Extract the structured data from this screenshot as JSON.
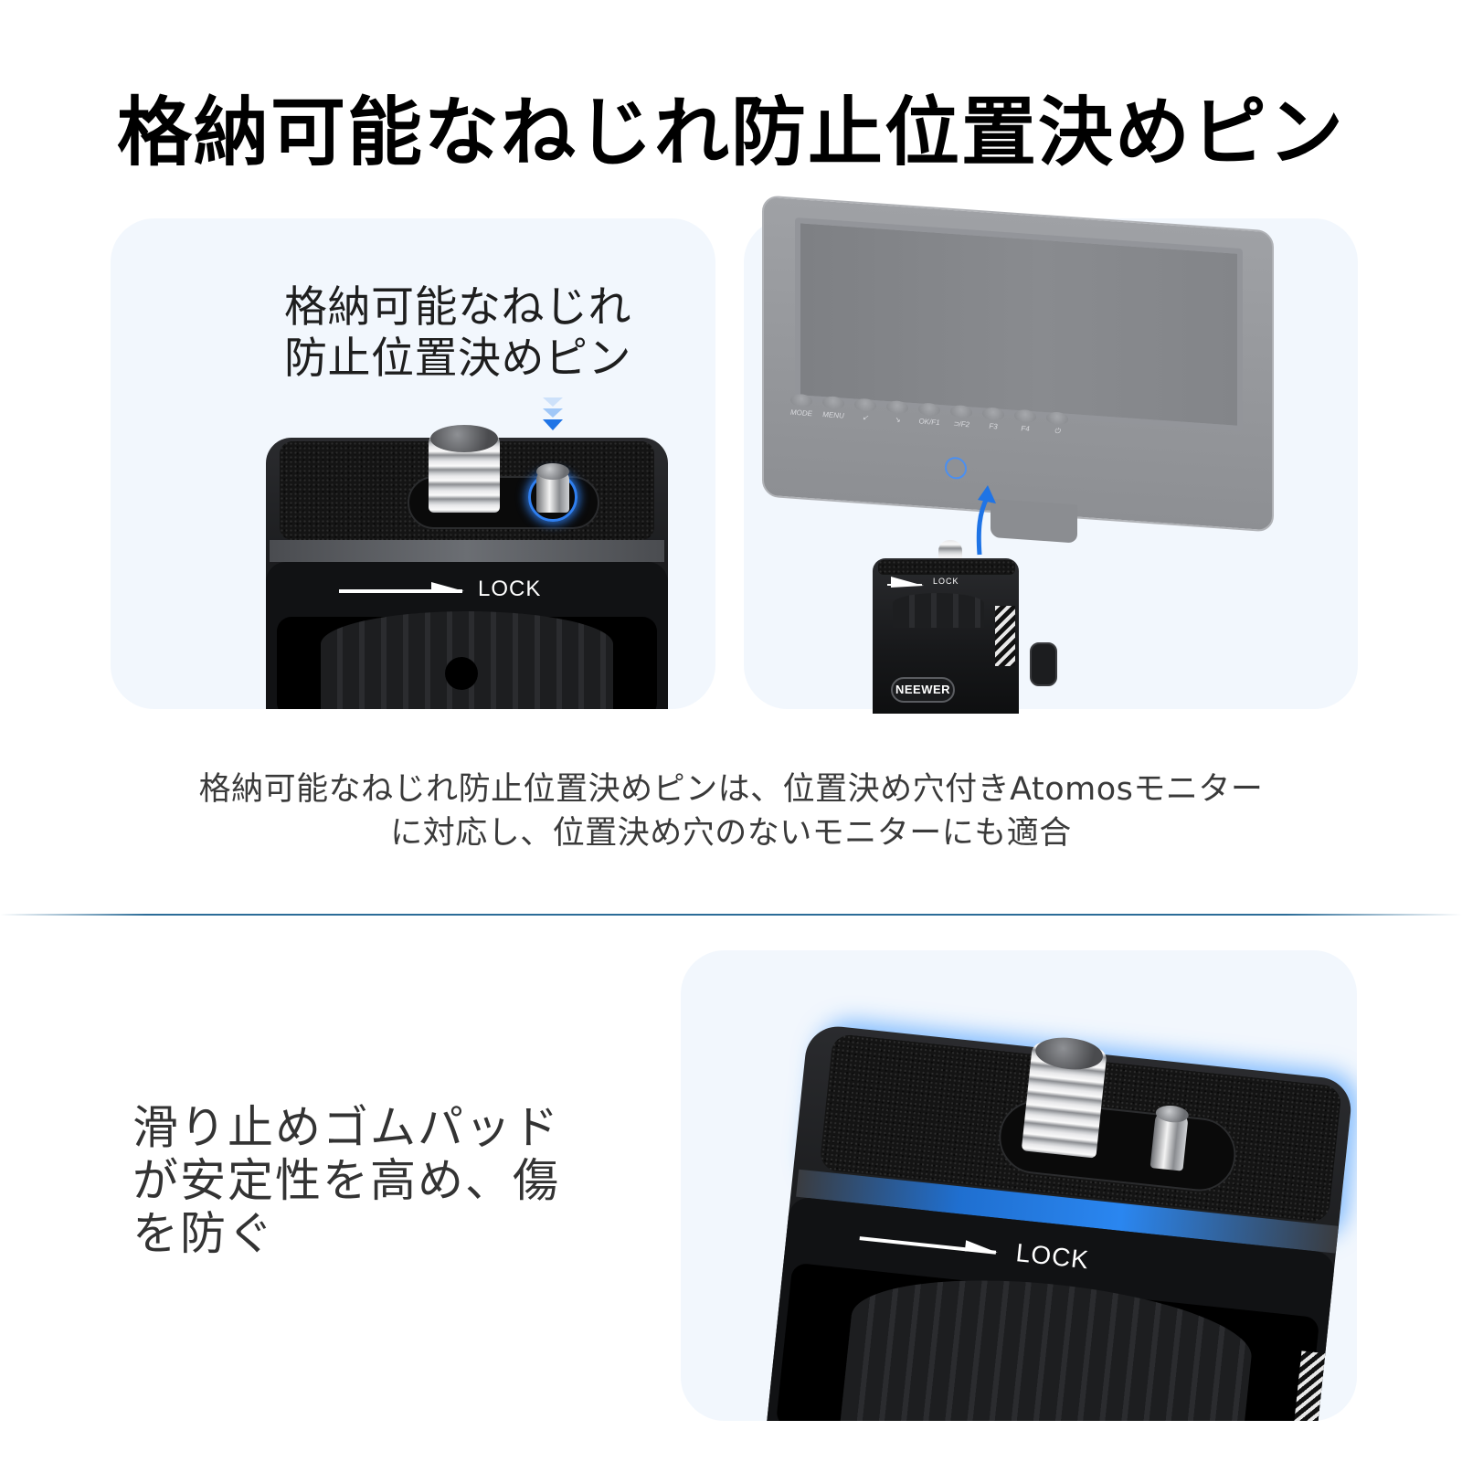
{
  "header": {
    "title": "格納可能なねじれ防止位置決めピン"
  },
  "cards": {
    "left": {
      "label_lines": [
        "格納可能なねじれ",
        "防止位置決めピン"
      ],
      "lock_label": "LOCK",
      "indicator": "pin-press-down-chevrons"
    },
    "right": {
      "monitor_buttons": [
        "MODE",
        "MENU",
        "↙",
        "↘",
        "OK/F1",
        "⊃/F2",
        "F3",
        "F4",
        "⏻"
      ],
      "lock_label": "LOCK",
      "brand": "NEEWER",
      "indicator": "mount-up-arrow"
    },
    "bottom": {
      "lock_label": "LOCK"
    }
  },
  "description": {
    "lines": [
      "格納可能なねじれ防止位置決めピンは、位置決め穴付きAtomosモニター",
      "に対応し、位置決め穴のないモニターにも適合"
    ]
  },
  "feature": {
    "label_lines": [
      "滑り止めゴムパッド",
      "が安定性を高め、傷",
      "を防ぐ"
    ]
  },
  "colors": {
    "accent_blue": "#1f74e6",
    "divider": "#2b6c98",
    "card_bg": "#f2f7fd",
    "title": "#000000",
    "body_text": "#3a3a3a"
  }
}
